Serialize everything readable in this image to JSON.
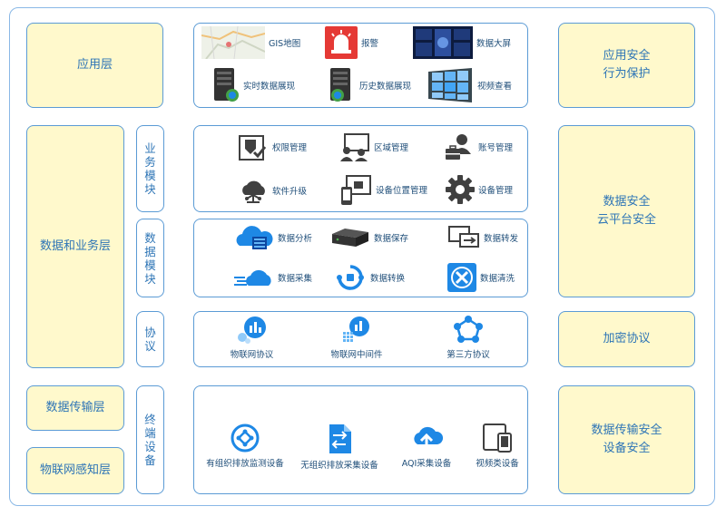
{
  "left": {
    "app_layer": "应用层",
    "data_business_layer": "数据和业务层",
    "transmission_layer": "数据传输层",
    "perception_layer": "物联网感知层"
  },
  "middle": {
    "business_module": "业务模块",
    "data_module": "数据模块",
    "protocol": "协议",
    "terminal_device": "终端设备"
  },
  "right": {
    "app_security_line1": "应用安全",
    "app_security_line2": "行为保护",
    "data_security_line1": "数据安全",
    "data_security_line2": "云平台安全",
    "encryption": "加密协议",
    "transmission_security_line1": "数据传输安全",
    "transmission_security_line2": "设备安全"
  },
  "app": {
    "gis": "GIS地图",
    "alarm": "报警",
    "big_screen": "数据大屏",
    "realtime": "实时数据展现",
    "history": "历史数据展现",
    "video": "视频查看"
  },
  "business": {
    "permission": "权限管理",
    "region": "区域管理",
    "account": "账号管理",
    "software_upgrade": "软件升级",
    "device_location": "设备位置管理",
    "device_mgmt": "设备管理"
  },
  "data": {
    "analysis": "数据分析",
    "storage": "数据保存",
    "forward": "数据转发",
    "collect": "数据采集",
    "convert": "数据转换",
    "clean": "数据清洗"
  },
  "protocol_items": {
    "iot_protocol": "物联网协议",
    "iot_middleware": "物联网中间件",
    "third_party": "第三方协议"
  },
  "devices": {
    "organized": "有组织排放监测设备",
    "unorganized": "无组织排放采集设备",
    "aqi": "AQI采集设备",
    "video": "视频类设备"
  },
  "colors": {
    "accent": "#2e75b6",
    "border": "#5b9bd5",
    "yellow_fill": "#fff9cc",
    "icon_blue": "#1e88e5",
    "icon_dark": "#404040"
  }
}
